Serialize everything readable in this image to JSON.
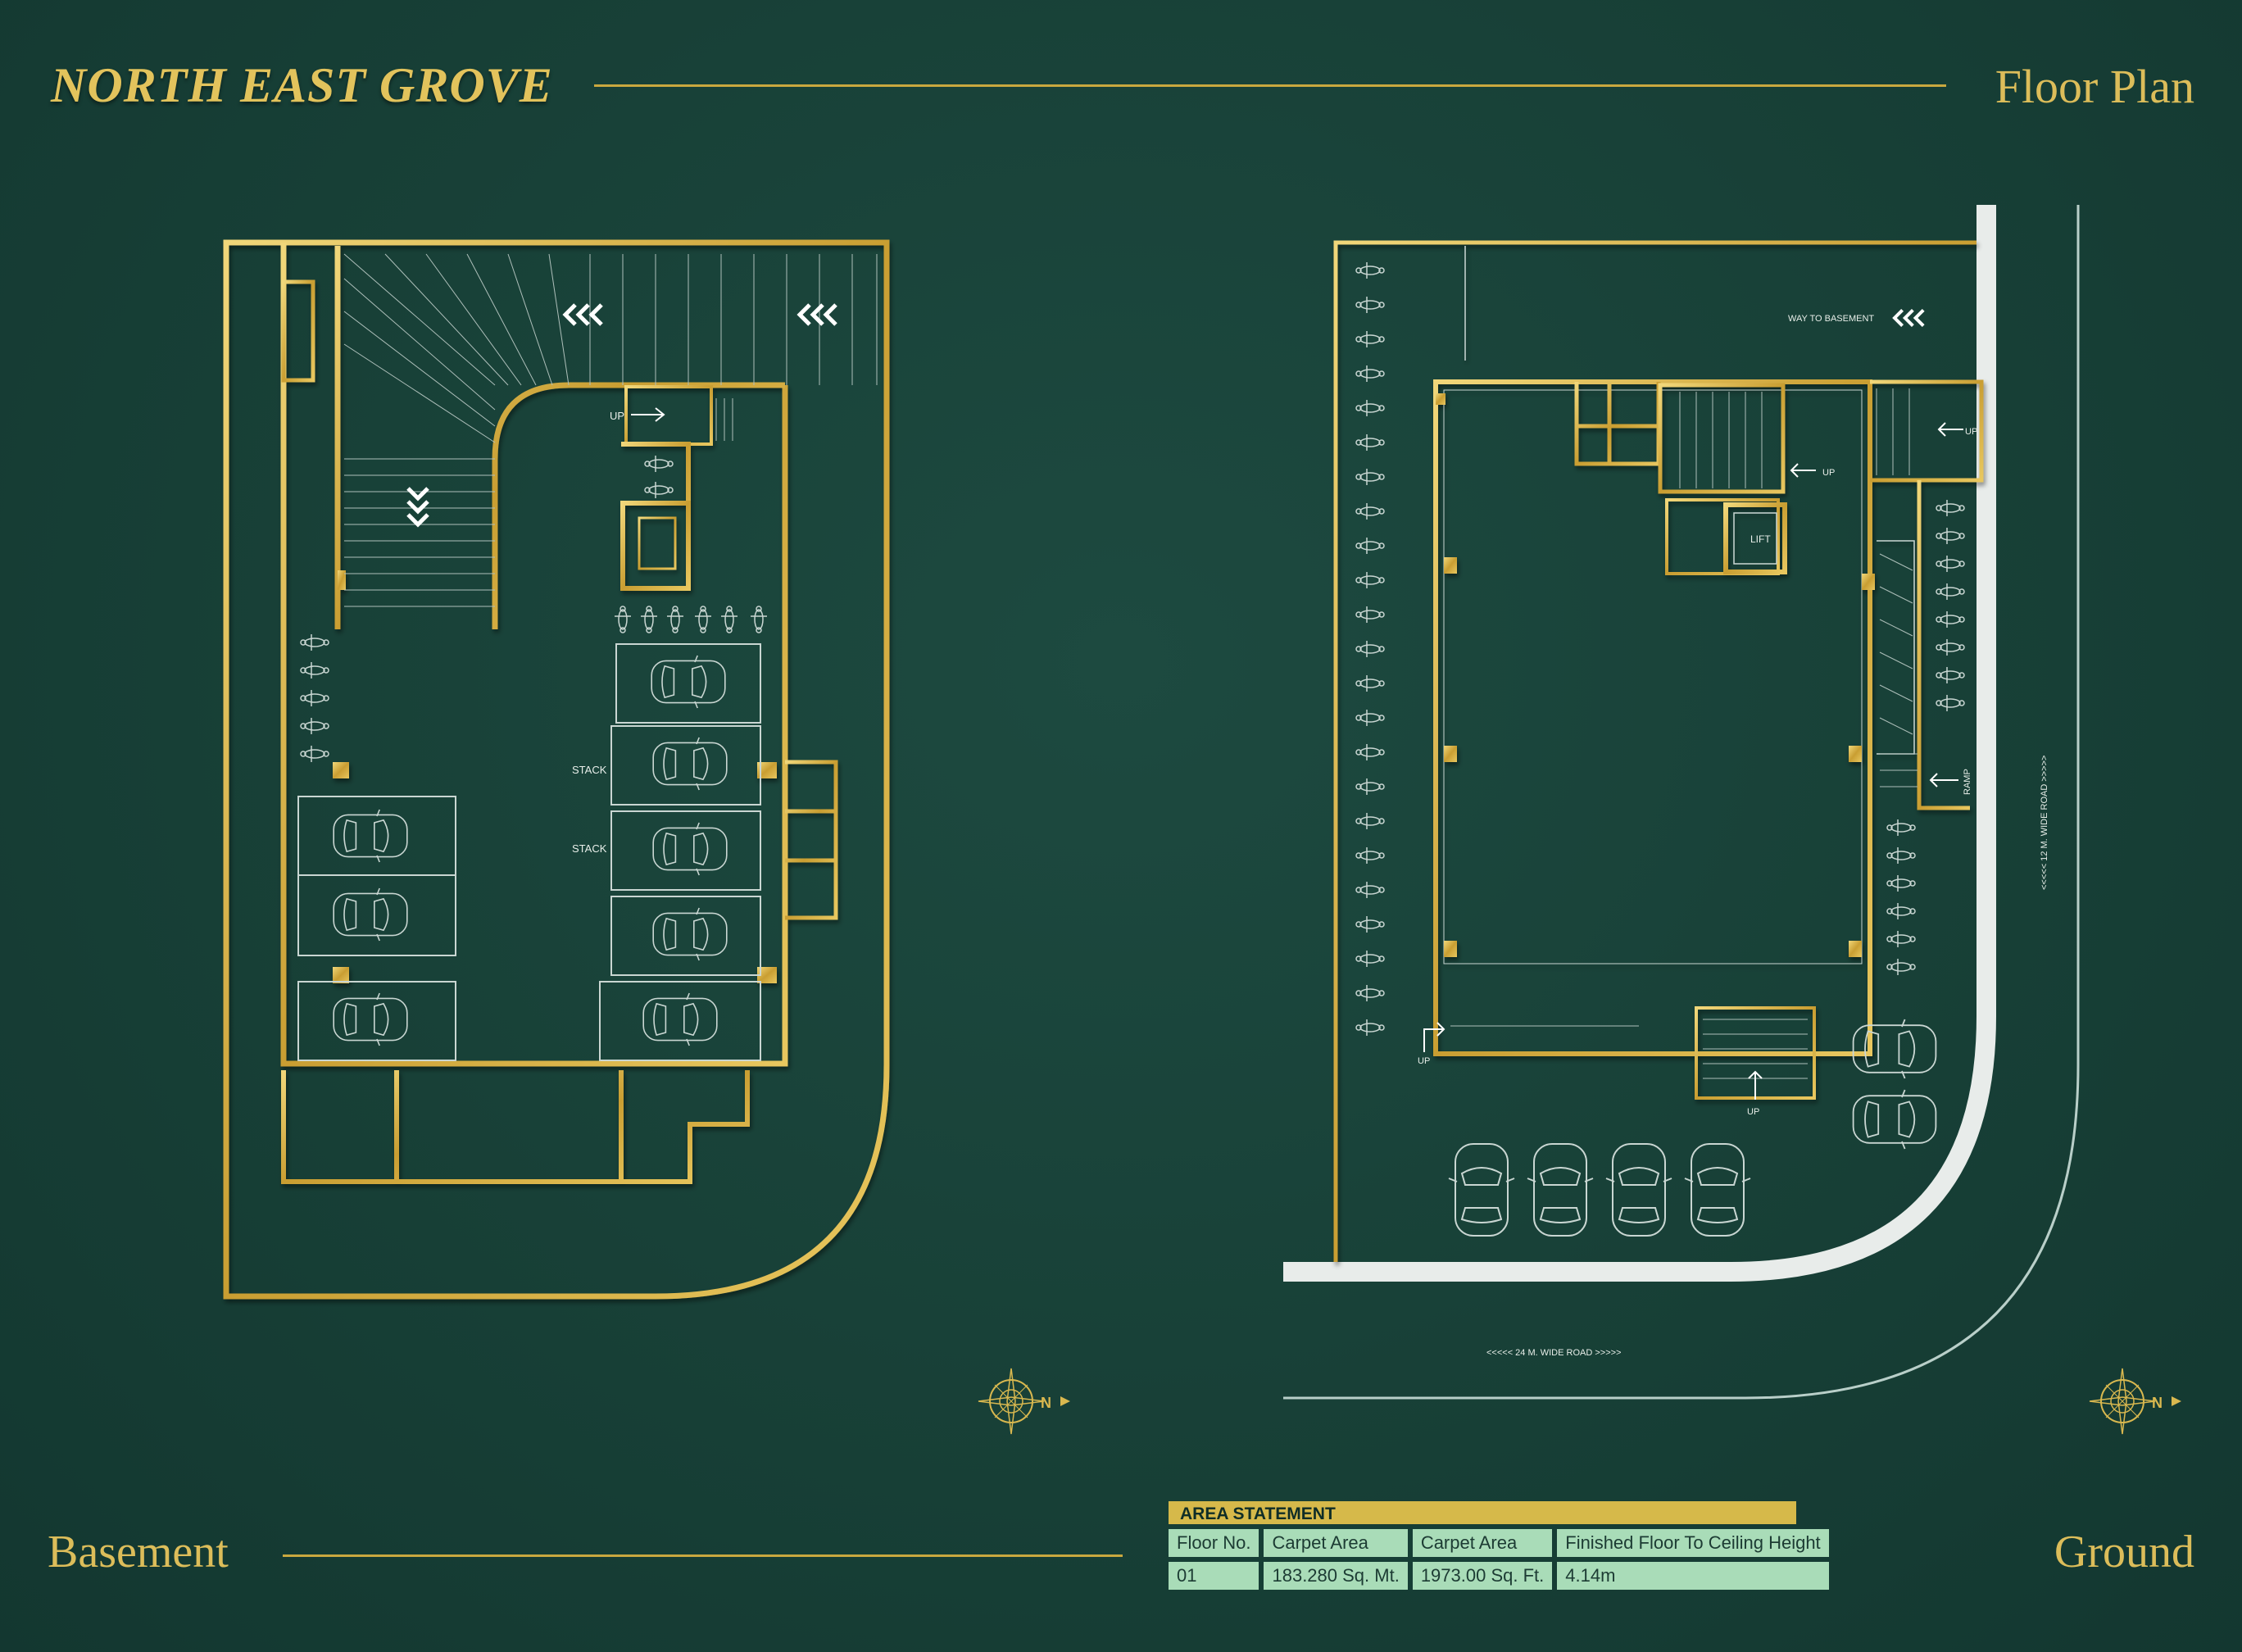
{
  "header": {
    "brand": "NORTH EAST GROVE",
    "section": "Floor Plan"
  },
  "plans": {
    "basement": {
      "label": "Basement",
      "annotations": {
        "up": "UP",
        "stack1": "STACK",
        "stack2": "STACK"
      }
    },
    "ground": {
      "label": "Ground",
      "annotations": {
        "way_to_basement": "WAY TO BASEMENT",
        "lift": "LIFT",
        "ramp": "RAMP",
        "up_stair": "UP",
        "up_ramp": "UP",
        "up_left": "UP",
        "up_bottom": "UP",
        "road_bottom": "<<<<< 24 M. WIDE ROAD >>>>>",
        "road_right": "<<<<< 12 M. WIDE ROAD >>>>>"
      }
    },
    "compass_label": "N"
  },
  "area_statement": {
    "title": "AREA STATEMENT",
    "headers": [
      "Floor No.",
      "Carpet Area",
      "Carpet Area",
      "Finished Floor To Ceiling Height"
    ],
    "rows": [
      [
        "01",
        "183.280 Sq. Mt.",
        "1973.00 Sq. Ft.",
        "4.14m"
      ]
    ]
  },
  "colors": {
    "background": "#173f36",
    "gold": "#d9b84f",
    "table_cell": "#a9dcb8",
    "road": "#e8ecea"
  }
}
